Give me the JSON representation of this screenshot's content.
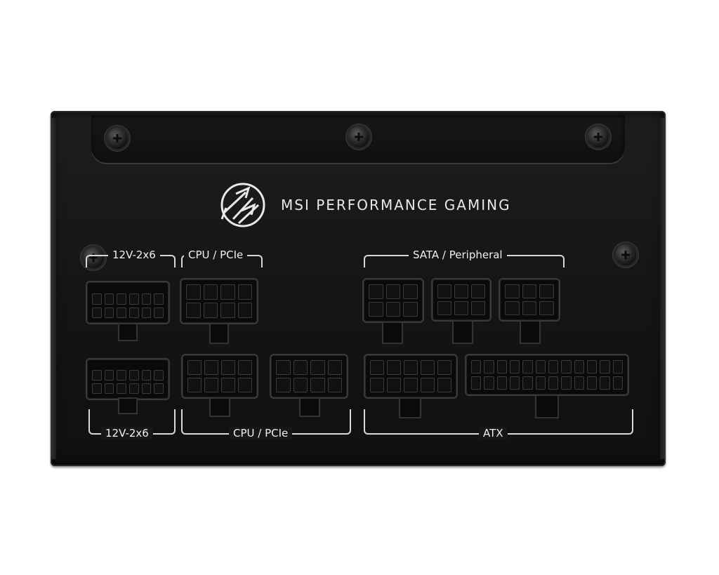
{
  "brand": {
    "name": "MSI PERFORMANCE GAMING",
    "logo": "msi-performance-gaming-logo"
  },
  "labels": {
    "top_left": "12V-2x6",
    "top_middle": "CPU / PCIe",
    "top_right": "SATA / Peripheral",
    "bottom_left": "12V-2x6",
    "bottom_middle": "CPU / PCIe",
    "bottom_right": "ATX"
  },
  "colors": {
    "panel": "#141414",
    "print": "#e8e8e8"
  }
}
